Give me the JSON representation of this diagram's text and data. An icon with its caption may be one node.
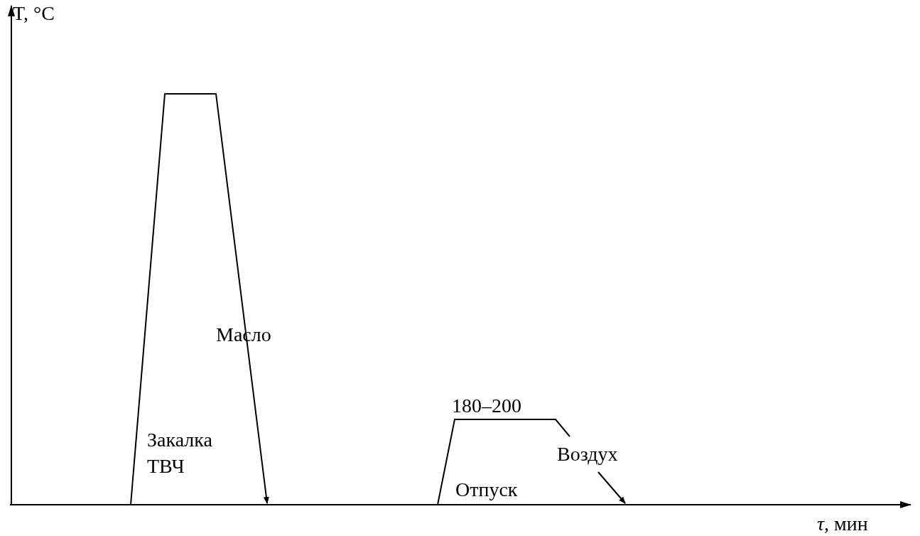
{
  "diagram": {
    "labels": [
      "T, °C",
      "Масло",
      "Закалка ТВЧ",
      "180–200",
      "Воздух",
      "Отпуск",
      "*τ*, мин"
    ]
  }
}
